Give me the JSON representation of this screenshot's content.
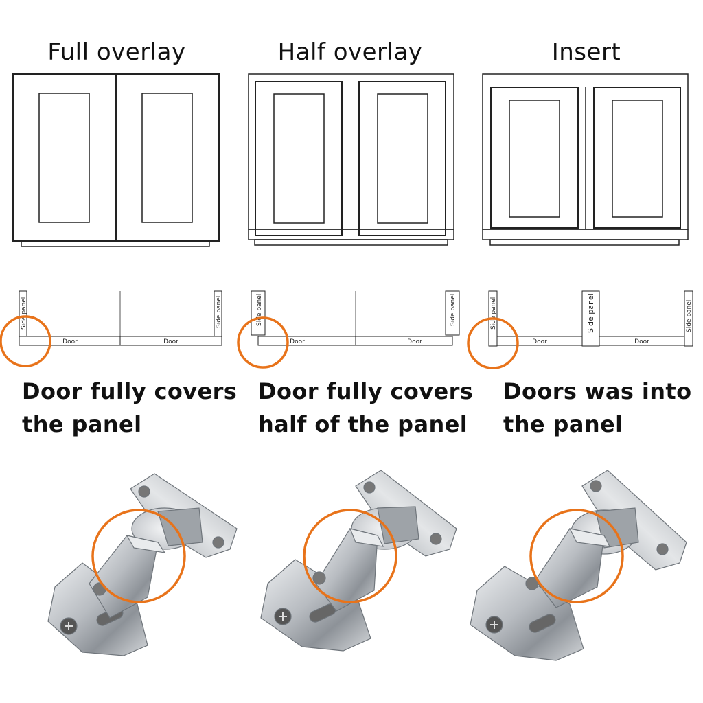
{
  "columns": [
    {
      "title": "Full overlay",
      "caption_line1": "Door fully covers",
      "caption_line2": "the panel"
    },
    {
      "title": "Half overlay",
      "caption_line1": "Door fully covers",
      "caption_line2": "half of the panel"
    },
    {
      "title": "Insert",
      "caption_line1": "Doors was into",
      "caption_line2": "the panel"
    }
  ],
  "labels": {
    "door": "Door",
    "side_panel": "Side panel"
  },
  "colors": {
    "accent": "#E8731A",
    "line": "#222222",
    "steel": "#b9bcc0"
  },
  "icons": [
    "cabinet-diagram",
    "hinge-photo"
  ]
}
